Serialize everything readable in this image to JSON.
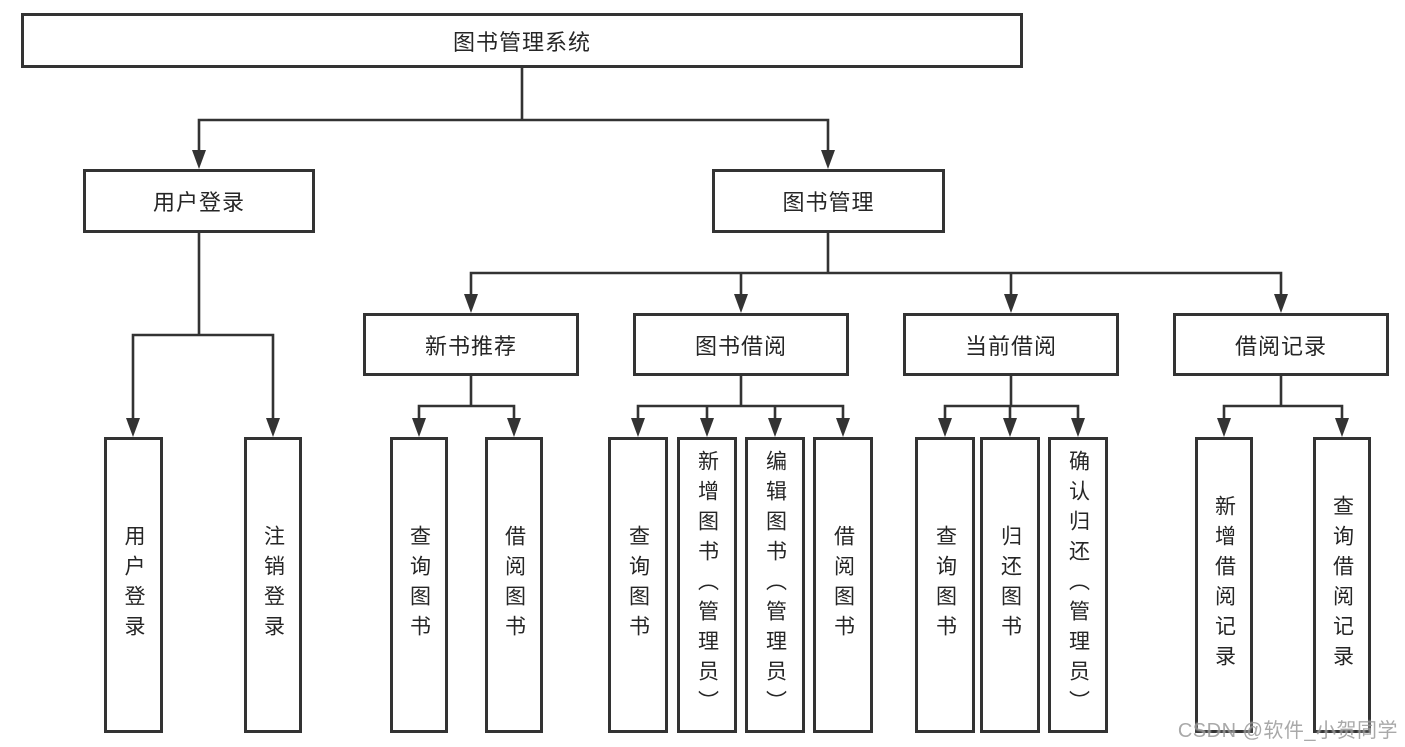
{
  "diagram_type": "hierarchy-flowchart",
  "colors": {
    "background": "#ffffff",
    "box_border": "#333333",
    "line": "#333333",
    "text": "#262626",
    "watermark": "#9b9b9b"
  },
  "tree": {
    "label": "图书管理系统",
    "children": [
      {
        "label": "用户登录",
        "children": [
          {
            "label": "用户登录"
          },
          {
            "label": "注销登录"
          }
        ]
      },
      {
        "label": "图书管理",
        "children": [
          {
            "label": "新书推荐",
            "children": [
              {
                "label": "查询图书"
              },
              {
                "label": "借阅图书"
              }
            ]
          },
          {
            "label": "图书借阅",
            "children": [
              {
                "label": "查询图书"
              },
              {
                "label": "新增图书（管理员）"
              },
              {
                "label": "编辑图书（管理员）"
              },
              {
                "label": "借阅图书"
              }
            ]
          },
          {
            "label": "当前借阅",
            "children": [
              {
                "label": "查询图书"
              },
              {
                "label": "归还图书"
              },
              {
                "label": "确认归还（管理员）"
              }
            ]
          },
          {
            "label": "借阅记录",
            "children": [
              {
                "label": "新增借阅记录"
              },
              {
                "label": "查询借阅记录"
              }
            ]
          }
        ]
      }
    ]
  },
  "watermark": {
    "text": "CSDN @软件_小贺同学"
  }
}
